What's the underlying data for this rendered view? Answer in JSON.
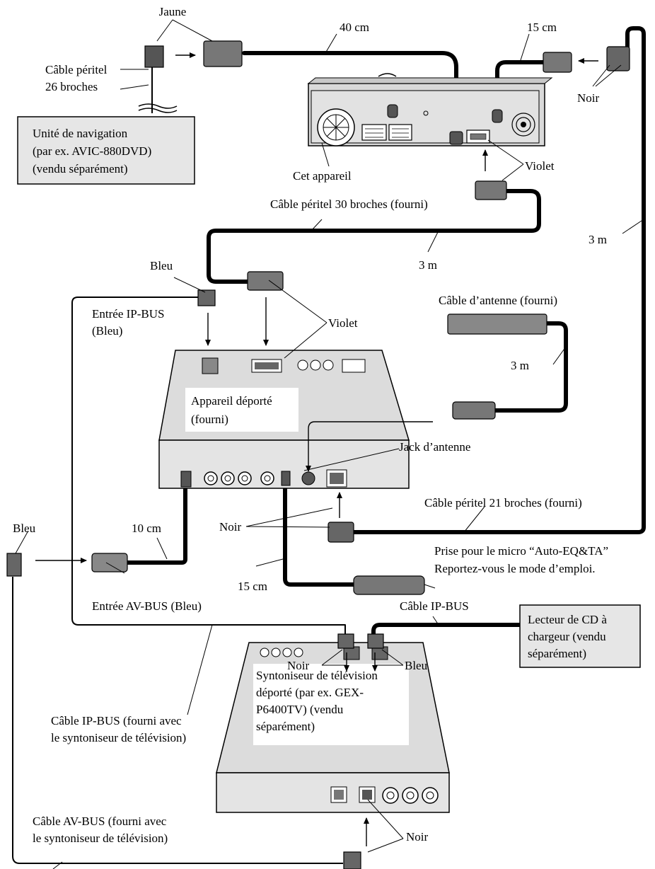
{
  "colors": {
    "cable": "#000000",
    "box_fill": "#e6e6e6",
    "unit_fill": "#d9d9d9",
    "unit_top": "#c8c8c8",
    "plug_fill": "#8a8a8a",
    "plug_dark": "#555555"
  },
  "labels": {
    "jaune": "Jaune",
    "cable_40": "40 cm",
    "cable_15_top": "15 cm",
    "peritel26_l1": "Câble péritel",
    "peritel26_l2": "26 broches",
    "noir_top": "Noir",
    "cet_appareil": "Cet appareil",
    "violet_top": "Violet",
    "peritel30": "Câble péritel 30 broches (fourni)",
    "cable_3m_a": "3 m",
    "cable_3m_b": "3 m",
    "cable_3m_c": "3 m",
    "bleu_ipbus": "Bleu",
    "entree_ipbus_l1": "Entrée IP-BUS",
    "entree_ipbus_l2": "(Bleu)",
    "violet_mid": "Violet",
    "antenne_cable": "Câble d’antenne (fourni)",
    "jack_antenne": "Jack d’antenne",
    "peritel21": "Câble péritel 21 broches (fourni)",
    "bleu_left": "Bleu",
    "cable_10": "10 cm",
    "noir_mid": "Noir",
    "micro_l1": "Prise pour le micro “Auto-EQ&TA”",
    "micro_l2": "Reportez-vous le mode d’emploi.",
    "cable_15_mid": "15 cm",
    "entree_avbus": "Entrée AV-BUS (Bleu)",
    "cable_ipbus": "Câble IP-BUS",
    "noir_low": "Noir",
    "bleu_low": "Bleu",
    "ipbus_tv_l1": "Câble IP-BUS (fourni avec",
    "ipbus_tv_l2": "le syntoniseur de télévision)",
    "avbus_tv_l1": "Câble AV-BUS (fourni avec",
    "avbus_tv_l2": "le syntoniseur de télévision)",
    "noir_bottom": "Noir"
  },
  "boxes": {
    "nav_l1": "Unité de navigation",
    "nav_l2": "(par ex. AVIC-880DVD)",
    "nav_l3": "(vendu séparément)",
    "remote_l1": "Appareil déporté",
    "remote_l2": "(fourni)",
    "cd_l1": "Lecteur de CD à",
    "cd_l2": "chargeur (vendu",
    "cd_l3": "séparément)",
    "tv_l1": "Syntoniseur de télévision",
    "tv_l2": "déporté (par ex. GEX-",
    "tv_l3": "P6400TV) (vendu",
    "tv_l4": "séparément)"
  }
}
